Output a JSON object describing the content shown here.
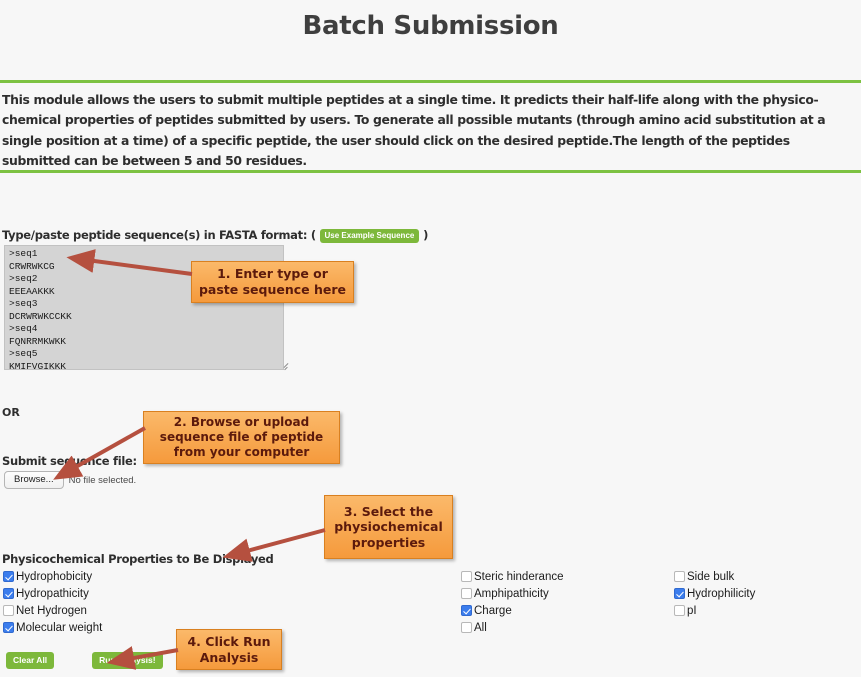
{
  "page": {
    "title": "Batch Submission",
    "intro": "This module allows the users to submit multiple peptides at a single time. It predicts their half-life along with the physico-chemical properties of peptides submitted by users. To generate all possible mutants (through amino acid substitution at a single position at a time) of a specific peptide, the user should click on the desired peptide.The length of the peptides submitted can be between 5 and 50 residues.",
    "accent_green": "#7DC242",
    "button_green": "#7DB83B",
    "callout_orange": "#f59a3c",
    "background": "#f7f7f7"
  },
  "sequence_section": {
    "label_prefix": "Type/paste peptide sequence(s) in FASTA format: (",
    "label_suffix": ")",
    "example_button_label": "Use Example Sequence",
    "textarea_value": ">seq1\nCRWRWKCG\n>seq2\nEEEAAKKK\n>seq3\nDCRWRWKCCKK\n>seq4\nFQNRRMKWKK\n>seq5\nKMIFVGIKKK",
    "textarea_placeholder": ""
  },
  "upload_section": {
    "or_label": "OR",
    "submit_file_label": "Submit sequence file:",
    "browse_button_label": "Browse...",
    "file_status": "No file selected."
  },
  "properties": {
    "heading": "Physicochemical Properties to Be Displayed",
    "columns": [
      {
        "items": [
          {
            "label": "Hydrophobicity",
            "checked": true
          },
          {
            "label": "Hydropathicity",
            "checked": true
          },
          {
            "label": "Net Hydrogen",
            "checked": false
          },
          {
            "label": "Molecular weight",
            "checked": true
          }
        ]
      },
      {
        "items": [
          {
            "label": "Steric hinderance",
            "checked": false
          },
          {
            "label": "Amphipathicity",
            "checked": false
          },
          {
            "label": "Charge",
            "checked": true
          },
          {
            "label": "All",
            "checked": false
          }
        ]
      },
      {
        "items": [
          {
            "label": "Side bulk",
            "checked": false
          },
          {
            "label": "Hydrophilicity",
            "checked": true
          },
          {
            "label": "pI",
            "checked": false
          }
        ]
      }
    ]
  },
  "actions": {
    "clear_label": "Clear All",
    "run_label": "Run Analysis!"
  },
  "annotations": [
    {
      "id": 1,
      "text": "1. Enter type or paste sequence here"
    },
    {
      "id": 2,
      "text": "2. Browse or upload sequence file of peptide from your computer"
    },
    {
      "id": 3,
      "text": "3. Select the physiochemical properties"
    },
    {
      "id": 4,
      "text": "4. Click Run Analysis"
    }
  ]
}
